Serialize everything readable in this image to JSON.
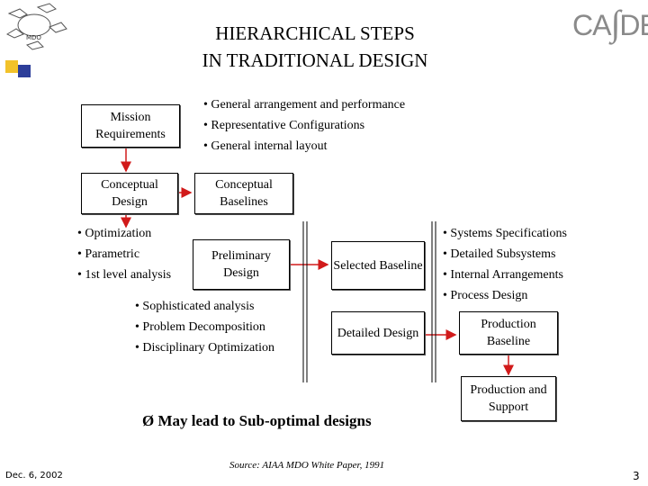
{
  "title": {
    "line1": "HIERARCHICAL STEPS",
    "line2": "IN TRADITIONAL DESIGN"
  },
  "logos": {
    "left_text": "MDO",
    "right_text_a": "CA",
    "right_text_b": "DE"
  },
  "boxes": {
    "mission": "Mission Requirements",
    "conceptual_design": "Conceptual Design",
    "conceptual_baselines": "Conceptual Baselines",
    "preliminary_design": "Preliminary Design",
    "selected_baseline": "Selected Baseline",
    "detailed_design": "Detailed Design",
    "production_baseline": "Production Baseline",
    "production_support": "Production and Support"
  },
  "lists": {
    "conceptual": [
      "• General arrangement and performance",
      "• Representative Configurations",
      "• General internal layout"
    ],
    "preliminary": [
      "• Optimization",
      "• Parametric",
      "• 1st level analysis"
    ],
    "detailed": [
      "• Sophisticated analysis",
      "• Problem Decomposition",
      "• Disciplinary Optimization"
    ],
    "production": [
      "• Systems Specifications",
      "• Detailed Subsystems",
      "• Internal Arrangements",
      "• Process Design"
    ]
  },
  "conclusion": "Ø May lead to Sub-optimal designs",
  "source": "Source: AIAA MDO White Paper, 1991",
  "footer": {
    "date": "Dec. 6, 2002",
    "page": "3"
  },
  "colors": {
    "arrow": "#d11a1a",
    "accent_yellow": "#f2c22a",
    "accent_blue": "#2d3e9a",
    "logo_gray": "#8a8a8a"
  }
}
